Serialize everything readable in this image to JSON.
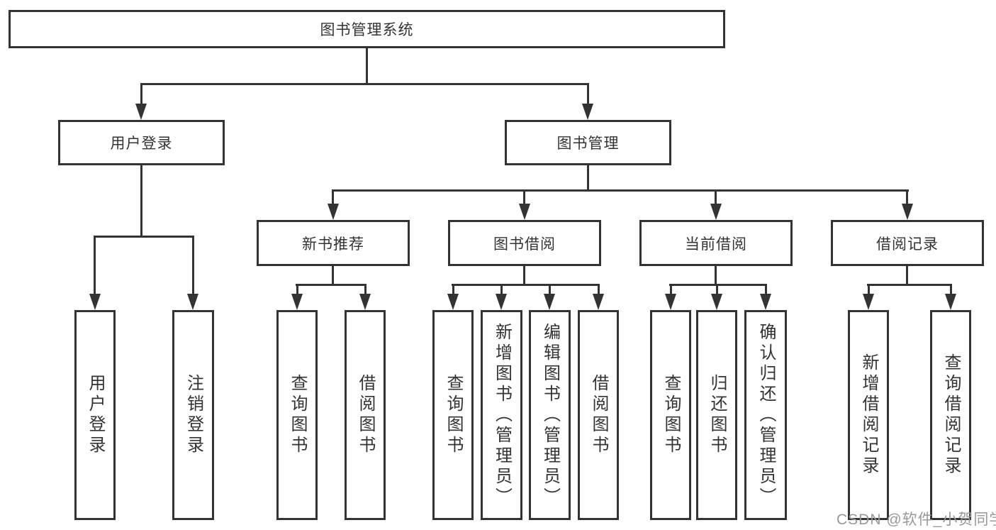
{
  "diagram": {
    "root": "图书管理系统",
    "level2": [
      "用户登录",
      "图书管理"
    ],
    "level3": [
      "新书推荐",
      "图书借阅",
      "当前借阅",
      "借阅记录"
    ],
    "leaves": [
      "用户登录",
      "注销登录",
      "查询图书",
      "借阅图书",
      "查询图书",
      "新增图书（管理员）",
      "编辑图书（管理员）",
      "借阅图书",
      "查询图书",
      "归还图书",
      "确认归还（管理员）",
      "新增借阅记录",
      "查询借阅记录"
    ]
  },
  "watermark": "CSDN @软件_小贺同学",
  "colors": {
    "line": "#333333",
    "box_border": "#333333",
    "text": "#333333",
    "watermark": "#999999",
    "background": "#ffffff"
  }
}
